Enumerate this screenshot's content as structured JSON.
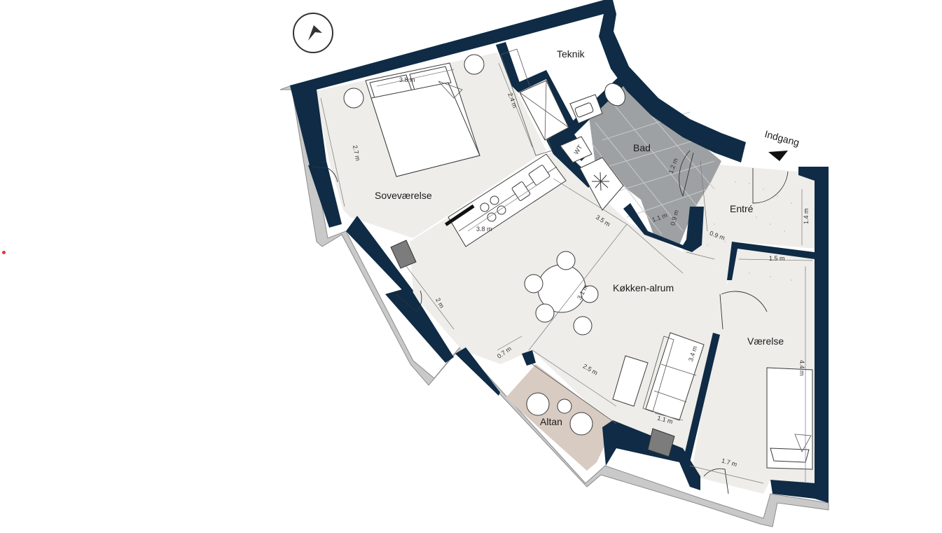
{
  "rooms": {
    "teknik": "Teknik",
    "bad": "Bad",
    "entre": "Entré",
    "sovevaerelse": "Soveværelse",
    "kokken_alrum": "Køkken-alrum",
    "vaerelse": "Værelse",
    "altan": "Altan"
  },
  "labels": {
    "indgang": "Indgang",
    "wt": "WT"
  },
  "dimensions": {
    "bed_width": "3.8 m",
    "bedroom_depth": "2.7 m",
    "wardrobe": "2.4 m",
    "kitchen_run": "3.8 m",
    "kitchen_depth": "3.5 m",
    "bath_1": "1.2 m",
    "bath_2": "0.9 m",
    "bath_3": "1.1 m",
    "entre_depth": "0.9 m",
    "entre_height": "1.4 m",
    "room_top": "1.5 m",
    "dining": "3.1 m",
    "living_left": "2 m",
    "window_recess": "0.7 m",
    "balcony_width": "2.5 m",
    "sofa_length": "3.4 m",
    "sofa_end": "1.1 m",
    "room_height": "4.4 m",
    "room_bottom": "1.7 m"
  },
  "icons": {
    "compass": "north-arrow-icon",
    "entrance": "entrance-arrow-icon",
    "stove": "stove-icon",
    "washer": "washer-icon"
  },
  "colors": {
    "wall": "#0f2b45",
    "floor": "#eeede9",
    "bathroom_tile": "#9ea1a3",
    "balcony_deck": "#d8cbc2",
    "exterior_ledge": "#c9c9c9"
  }
}
